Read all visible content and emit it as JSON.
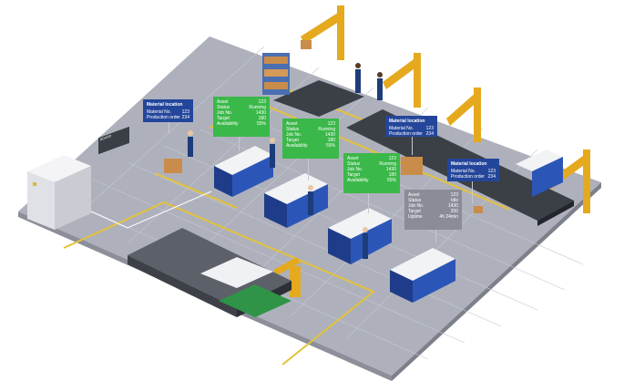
{
  "cards": [
    {
      "id": "mat1",
      "style": "blue",
      "title": "Material location",
      "rows": [
        [
          "Material No.",
          "123"
        ],
        [
          "Production order",
          "234"
        ]
      ]
    },
    {
      "id": "stat1",
      "style": "green",
      "title": "",
      "rows": [
        [
          "Asset",
          "123"
        ],
        [
          "Status",
          "Running"
        ],
        [
          "Job No.",
          "1430"
        ],
        [
          "Target",
          "180"
        ],
        [
          "Availability",
          "55%"
        ]
      ]
    },
    {
      "id": "stat2",
      "style": "green",
      "title": "",
      "rows": [
        [
          "Asset",
          "123"
        ],
        [
          "Status",
          "Running"
        ],
        [
          "Job No.",
          "1430"
        ],
        [
          "Target",
          "180"
        ],
        [
          "Availability",
          "55%"
        ]
      ]
    },
    {
      "id": "stat3",
      "style": "green",
      "title": "",
      "rows": [
        [
          "Asset",
          "123"
        ],
        [
          "Status",
          "Running"
        ],
        [
          "Job No.",
          "1430"
        ],
        [
          "Target",
          "180"
        ],
        [
          "Availability",
          "55%"
        ]
      ]
    },
    {
      "id": "mat2",
      "style": "blue",
      "title": "Material location",
      "rows": [
        [
          "Material No.",
          "123"
        ],
        [
          "Production order",
          "234"
        ]
      ]
    },
    {
      "id": "mat3",
      "style": "blue",
      "title": "Material location",
      "rows": [
        [
          "Material No.",
          "123"
        ],
        [
          "Production order",
          "234"
        ]
      ]
    },
    {
      "id": "stat4",
      "style": "gray",
      "title": "",
      "rows": [
        [
          "Asset",
          "123"
        ],
        [
          "Status",
          "Idle"
        ],
        [
          "Job No.",
          "1430"
        ],
        [
          "Target",
          "200"
        ],
        [
          "Uptime",
          "4h 24min"
        ]
      ]
    }
  ],
  "board": {
    "text": "BOARD"
  }
}
